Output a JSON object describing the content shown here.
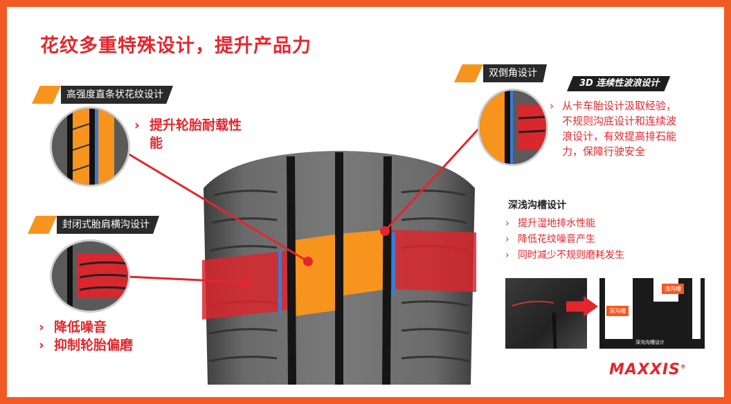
{
  "title": "花纹多重特殊设计，提升产品力",
  "tags": {
    "straight": "高强度直条状花纹设计",
    "shoulder": "封闭式胎肩横沟设计",
    "chamfer": "双倒角设计",
    "wave": "3D 连续性波浪设计"
  },
  "bullets": {
    "straight": [
      "提升轮胎耐载性",
      "能"
    ],
    "shoulder": [
      "降低噪音",
      "抑制轮胎偏磨"
    ],
    "chamfer": [
      "从卡车胎设计汲取经验，",
      "不规则沟底设计和连续波",
      "浪设计，有效提高排石能",
      "力，保障行驶安全"
    ]
  },
  "deep": {
    "title": "深浅沟槽设计",
    "items": [
      "提升湿地排水性能",
      "降低花纹噪音产生",
      "同时减少不规则磨耗发生"
    ]
  },
  "diagram": {
    "label_shallow": "浅沟槽",
    "label_deep": "深沟槽",
    "caption": "深沟沟槽设计"
  },
  "brand": "MAXXIS",
  "colors": {
    "frame": "#f15a22",
    "red": "#e4262c",
    "orange": "#f7941d",
    "blue": "#3a7bd5"
  }
}
